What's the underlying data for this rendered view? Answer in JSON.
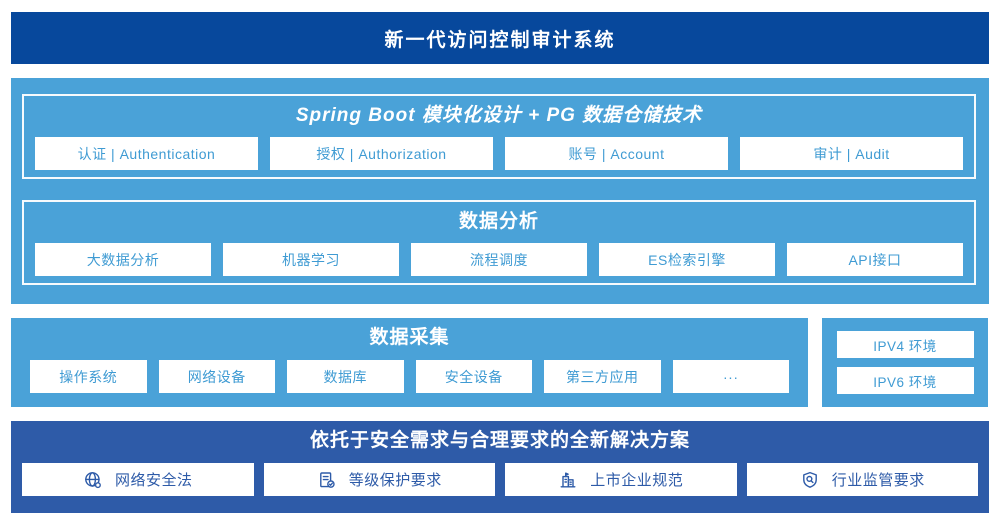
{
  "page": {
    "title": "新一代访问控制审计系统"
  },
  "colors": {
    "banner_navy": "#07489c",
    "panel_sky": "#4aa2d8",
    "solution_navy": "#2e5ba8",
    "module_text_blue": "#3f9bd3",
    "box_white": "#ffffff"
  },
  "platform": {
    "title": "Spring Boot 模块化设计 + PG 数据仓储技术",
    "modules": [
      "认证 | Authentication",
      "授权 | Authorization",
      "账号 | Account",
      "审计 | Audit"
    ]
  },
  "analysis": {
    "title": "数据分析",
    "modules": [
      "大数据分析",
      "机器学习",
      "流程调度",
      "ES检索引擎",
      "API接口"
    ]
  },
  "collection": {
    "title": "数据采集",
    "sources": [
      "操作系统",
      "网络设备",
      "数据库",
      "安全设备",
      "第三方应用",
      "···"
    ],
    "environments": [
      "IPV4 环境",
      "IPV6 环境"
    ]
  },
  "solution": {
    "title": "依托于安全需求与合理要求的全新解决方案",
    "items": [
      {
        "icon": "globe-icon",
        "label": "网络安全法"
      },
      {
        "icon": "document-check-icon",
        "label": "等级保护要求"
      },
      {
        "icon": "building-icon",
        "label": "上市企业规范"
      },
      {
        "icon": "shield-search-icon",
        "label": "行业监管要求"
      }
    ]
  }
}
